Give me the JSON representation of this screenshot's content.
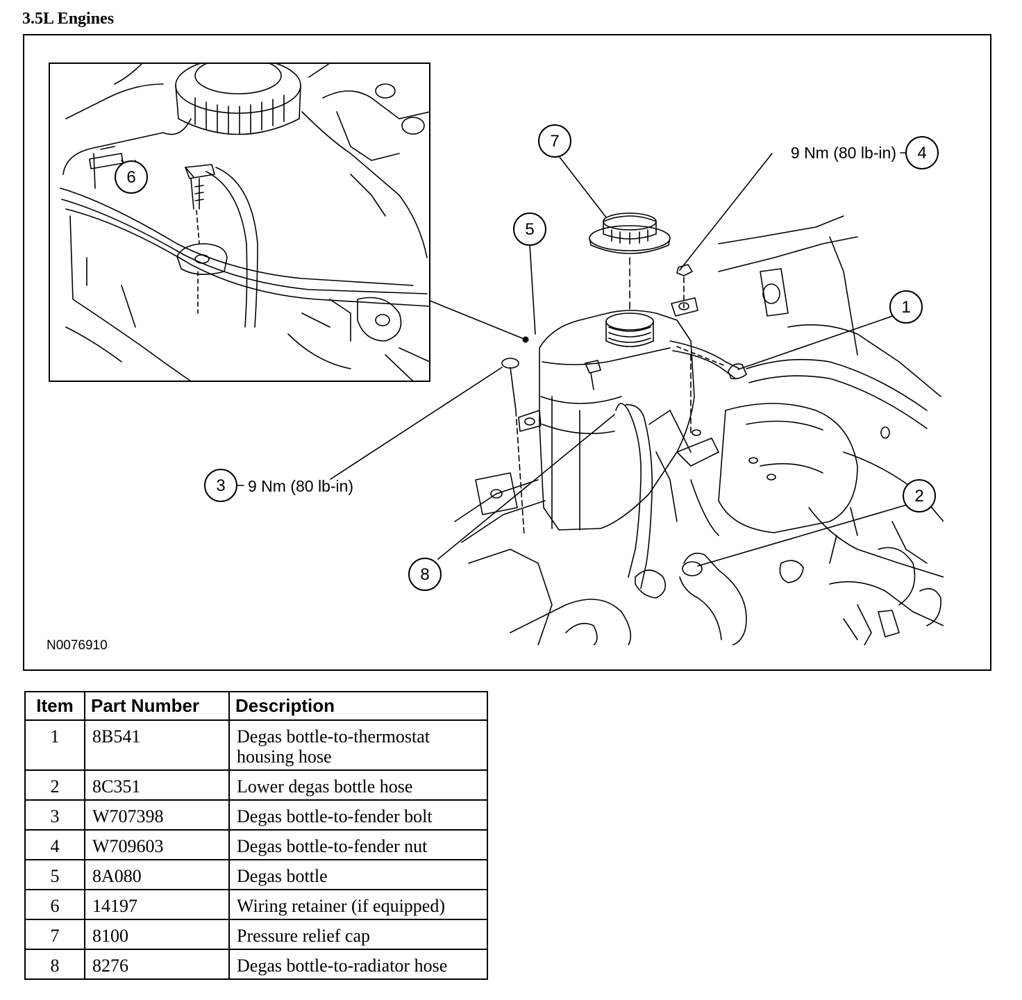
{
  "section_title": "3.5L Engines",
  "figure": {
    "figure_id": "N0076910",
    "callouts": [
      "1",
      "2",
      "3",
      "4",
      "5",
      "6",
      "7",
      "8"
    ],
    "torque_3": "9 Nm (80 lb-in)",
    "torque_4": "9 Nm (80 lb-in)"
  },
  "table": {
    "headers": {
      "item": "Item",
      "part_number": "Part Number",
      "description": "Description"
    },
    "rows": [
      {
        "item": "1",
        "part_number": "8B541",
        "description": "Degas bottle-to-thermostat housing hose"
      },
      {
        "item": "2",
        "part_number": "8C351",
        "description": "Lower degas bottle hose"
      },
      {
        "item": "3",
        "part_number": "W707398",
        "description": "Degas bottle-to-fender bolt"
      },
      {
        "item": "4",
        "part_number": "W709603",
        "description": "Degas bottle-to-fender nut"
      },
      {
        "item": "5",
        "part_number": "8A080",
        "description": "Degas bottle"
      },
      {
        "item": "6",
        "part_number": "14197",
        "description": "Wiring retainer (if equipped)"
      },
      {
        "item": "7",
        "part_number": "8100",
        "description": "Pressure relief cap"
      },
      {
        "item": "8",
        "part_number": "8276",
        "description": "Degas bottle-to-radiator hose"
      }
    ]
  }
}
